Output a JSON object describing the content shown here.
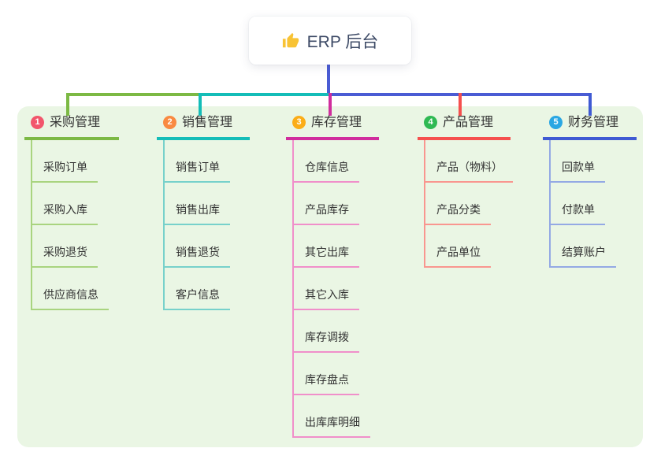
{
  "root": {
    "label": "ERP 后台",
    "icon": "thumbs-up"
  },
  "colors": {
    "root_line": "#4a5cd4",
    "panel_bg": "#eaf6e4",
    "root_text": "#3d4a66"
  },
  "branches": [
    {
      "num": "1",
      "label": "采购管理",
      "badge_color": "#f2566c",
      "line_color": "#7cb944",
      "sub_line_color": "#a9d47f",
      "children": [
        "采购订单",
        "采购入库",
        "采购退货",
        "供应商信息"
      ]
    },
    {
      "num": "2",
      "label": "销售管理",
      "badge_color": "#f98a41",
      "line_color": "#14bdb8",
      "sub_line_color": "#77d1cb",
      "children": [
        "销售订单",
        "销售出库",
        "销售退货",
        "客户信息"
      ]
    },
    {
      "num": "3",
      "label": "库存管理",
      "badge_color": "#fbad18",
      "line_color": "#d02d9d",
      "sub_line_color": "#f08fca",
      "children": [
        "仓库信息",
        "产品库存",
        "其它出库",
        "其它入库",
        "库存调拨",
        "库存盘点",
        "出库库明细"
      ]
    },
    {
      "num": "4",
      "label": "产品管理",
      "badge_color": "#2fb953",
      "line_color": "#f5504e",
      "sub_line_color": "#f9968f",
      "children": [
        "产品（物料）",
        "产品分类",
        "产品单位"
      ]
    },
    {
      "num": "5",
      "label": "财务管理",
      "badge_color": "#2aa7e3",
      "line_color": "#3f5ad3",
      "sub_line_color": "#94a9e4",
      "children": [
        "回款单",
        "付款单",
        "结算账户"
      ]
    }
  ]
}
